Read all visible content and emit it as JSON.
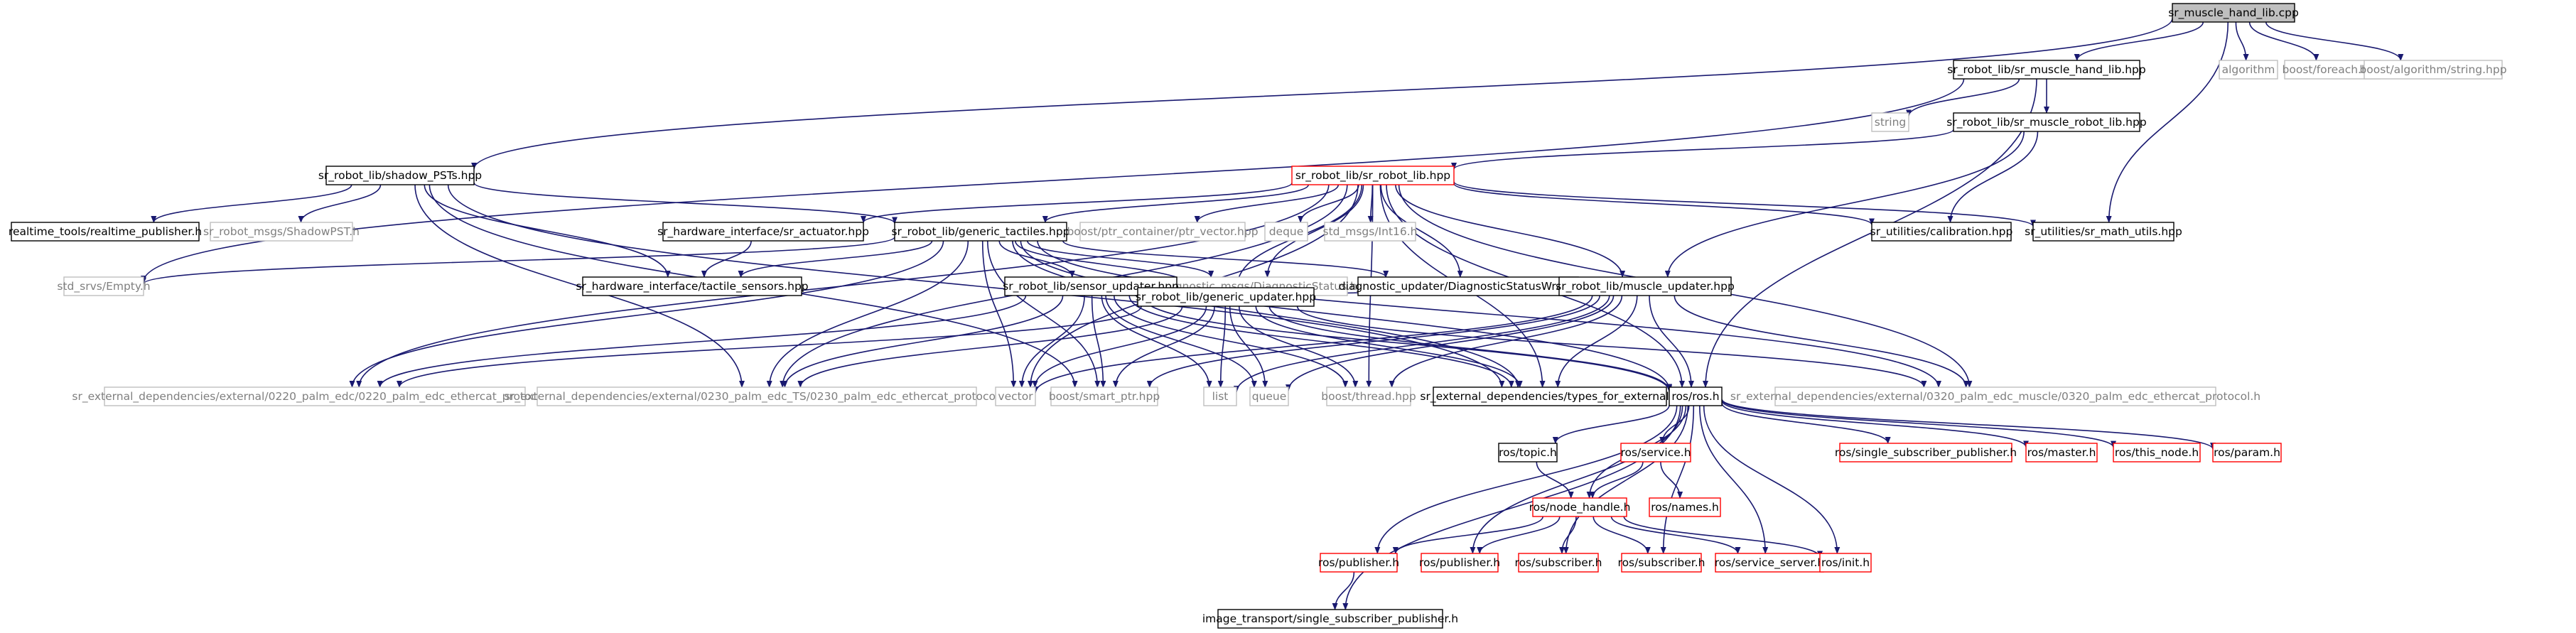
{
  "graph": {
    "nodes": {
      "root": {
        "label": "sr_muscle_hand_lib.cpp",
        "style": "root"
      },
      "hand_lib": {
        "label": "sr_robot_lib/sr_muscle_hand_lib.hpp",
        "style": "black"
      },
      "algorithm": {
        "label": "algorithm",
        "style": "gray"
      },
      "foreach": {
        "label": "boost/foreach.hpp",
        "style": "gray"
      },
      "strlib": {
        "label": "boost/algorithm/string.hpp",
        "style": "gray"
      },
      "string": {
        "label": "string",
        "style": "gray"
      },
      "muscle_robot_lib": {
        "label": "sr_robot_lib/sr_muscle_robot_lib.hpp",
        "style": "black"
      },
      "shadow_pst": {
        "label": "sr_robot_lib/shadow_PSTs.hpp",
        "style": "black"
      },
      "sr_robot_lib": {
        "label": "sr_robot_lib/sr_robot_lib.hpp",
        "style": "red"
      },
      "rt_pub": {
        "label": "realtime_tools/realtime_publisher.h",
        "style": "black"
      },
      "shadowpst_msg": {
        "label": "sr_robot_msgs/ShadowPST.h",
        "style": "gray"
      },
      "actuator": {
        "label": "sr_hardware_interface/sr_actuator.hpp",
        "style": "black"
      },
      "generic_tactiles": {
        "label": "sr_robot_lib/generic_tactiles.hpp",
        "style": "black"
      },
      "ptr_vector": {
        "label": "boost/ptr_container/ptr_vector.hpp",
        "style": "gray"
      },
      "deque": {
        "label": "deque",
        "style": "gray"
      },
      "int16": {
        "label": "std_msgs/Int16.h",
        "style": "gray"
      },
      "calibration": {
        "label": "sr_utilities/calibration.hpp",
        "style": "black"
      },
      "math_utils": {
        "label": "sr_utilities/sr_math_utils.hpp",
        "style": "black"
      },
      "empty": {
        "label": "std_srvs/Empty.h",
        "style": "gray"
      },
      "tactile_sensors": {
        "label": "sr_hardware_interface/tactile_sensors.hpp",
        "style": "black"
      },
      "diag_status": {
        "label": "diagnostic_msgs/DiagnosticStatus.h",
        "style": "gray"
      },
      "diag_wrapper": {
        "label": "diagnostic_updater/DiagnosticStatusWrapper.h",
        "style": "black"
      },
      "muscle_updater": {
        "label": "sr_robot_lib/muscle_updater.hpp",
        "style": "black"
      },
      "sensor_updater": {
        "label": "sr_robot_lib/sensor_updater.hpp",
        "style": "black"
      },
      "generic_updater": {
        "label": "sr_robot_lib/generic_updater.hpp",
        "style": "black"
      },
      "ext0220": {
        "label": "sr_external_dependencies/external/0220_palm_edc/0220_palm_edc_ethercat_protocol.h",
        "style": "gray"
      },
      "ext0230": {
        "label": "sr_external_dependencies/external/0230_palm_edc_TS/0230_palm_edc_ethercat_protocol.h",
        "style": "gray"
      },
      "vector": {
        "label": "vector",
        "style": "gray"
      },
      "smart_ptr": {
        "label": "boost/smart_ptr.hpp",
        "style": "gray"
      },
      "list": {
        "label": "list",
        "style": "gray"
      },
      "queue": {
        "label": "queue",
        "style": "gray"
      },
      "thread": {
        "label": "boost/thread.hpp",
        "style": "gray"
      },
      "types_ext": {
        "label": "sr_external_dependencies/types_for_external.h",
        "style": "black"
      },
      "ros": {
        "label": "ros/ros.h",
        "style": "black"
      },
      "ext0320": {
        "label": "sr_external_dependencies/external/0320_palm_edc_muscle/0320_palm_edc_ethercat_protocol.h",
        "style": "gray"
      },
      "ros_topic": {
        "label": "ros/topic.h",
        "style": "black"
      },
      "ros_service": {
        "label": "ros/service.h",
        "style": "red"
      },
      "single_sub_pub_ros": {
        "label": "ros/single_subscriber_publisher.h",
        "style": "red"
      },
      "ros_master": {
        "label": "ros/master.h",
        "style": "red"
      },
      "ros_this_node": {
        "label": "ros/this_node.h",
        "style": "red"
      },
      "ros_param": {
        "label": "ros/param.h",
        "style": "red"
      },
      "ros_names": {
        "label": "ros/names.h",
        "style": "red"
      },
      "node_handle": {
        "label": "ros/node_handle.h",
        "style": "red"
      },
      "publisher1": {
        "label": "ros/publisher.h",
        "style": "red"
      },
      "publisher2": {
        "label": "ros/publisher.h",
        "style": "red"
      },
      "subscriber1": {
        "label": "ros/subscriber.h",
        "style": "red"
      },
      "subscriber2": {
        "label": "ros/subscriber.h",
        "style": "red"
      },
      "service_server": {
        "label": "ros/service_server.h",
        "style": "red"
      },
      "ros_init": {
        "label": "ros/init.h",
        "style": "red"
      },
      "image_transport": {
        "label": "image_transport/single_subscriber_publisher.h",
        "style": "black"
      }
    },
    "edges": [
      [
        "root",
        "hand_lib"
      ],
      [
        "root",
        "algorithm"
      ],
      [
        "root",
        "foreach"
      ],
      [
        "root",
        "strlib"
      ],
      [
        "root",
        "shadow_pst"
      ],
      [
        "root",
        "math_utils"
      ],
      [
        "hand_lib",
        "string"
      ],
      [
        "hand_lib",
        "muscle_robot_lib"
      ],
      [
        "hand_lib",
        "empty"
      ],
      [
        "hand_lib",
        "ros"
      ],
      [
        "muscle_robot_lib",
        "sr_robot_lib"
      ],
      [
        "muscle_robot_lib",
        "calibration"
      ],
      [
        "muscle_robot_lib",
        "muscle_updater"
      ],
      [
        "shadow_pst",
        "rt_pub"
      ],
      [
        "shadow_pst",
        "shadowpst_msg"
      ],
      [
        "shadow_pst",
        "generic_tactiles"
      ],
      [
        "shadow_pst",
        "tactile_sensors"
      ],
      [
        "shadow_pst",
        "smart_ptr"
      ],
      [
        "shadow_pst",
        "types_ext"
      ],
      [
        "shadow_pst",
        "ext0230"
      ],
      [
        "sr_robot_lib",
        "actuator"
      ],
      [
        "sr_robot_lib",
        "generic_tactiles"
      ],
      [
        "sr_robot_lib",
        "ptr_vector"
      ],
      [
        "sr_robot_lib",
        "deque"
      ],
      [
        "sr_robot_lib",
        "int16"
      ],
      [
        "sr_robot_lib",
        "calibration"
      ],
      [
        "sr_robot_lib",
        "math_utils"
      ],
      [
        "sr_robot_lib",
        "diag_status"
      ],
      [
        "sr_robot_lib",
        "diag_wrapper"
      ],
      [
        "sr_robot_lib",
        "ext0220"
      ],
      [
        "sr_robot_lib",
        "ext0230"
      ],
      [
        "sr_robot_lib",
        "vector"
      ],
      [
        "sr_robot_lib",
        "ros"
      ],
      [
        "sr_robot_lib",
        "types_ext"
      ],
      [
        "sr_robot_lib",
        "ext0320"
      ],
      [
        "sr_robot_lib",
        "thread"
      ],
      [
        "sr_robot_lib",
        "generic_updater"
      ],
      [
        "sr_robot_lib",
        "muscle_updater"
      ],
      [
        "actuator",
        "tactile_sensors"
      ],
      [
        "generic_tactiles",
        "empty"
      ],
      [
        "generic_tactiles",
        "tactile_sensors"
      ],
      [
        "generic_tactiles",
        "sensor_updater"
      ],
      [
        "generic_tactiles",
        "generic_updater"
      ],
      [
        "generic_tactiles",
        "diag_wrapper"
      ],
      [
        "generic_tactiles",
        "ext0220"
      ],
      [
        "generic_tactiles",
        "ext0230"
      ],
      [
        "generic_tactiles",
        "vector"
      ],
      [
        "generic_tactiles",
        "smart_ptr"
      ],
      [
        "generic_tactiles",
        "ros"
      ],
      [
        "generic_tactiles",
        "types_ext"
      ],
      [
        "generic_tactiles",
        "ext0320"
      ],
      [
        "generic_tactiles",
        "diag_status"
      ],
      [
        "sensor_updater",
        "generic_updater"
      ],
      [
        "sensor_updater",
        "vector"
      ],
      [
        "sensor_updater",
        "list"
      ],
      [
        "sensor_updater",
        "smart_ptr"
      ],
      [
        "sensor_updater",
        "queue"
      ],
      [
        "sensor_updater",
        "thread"
      ],
      [
        "sensor_updater",
        "types_ext"
      ],
      [
        "sensor_updater",
        "ros"
      ],
      [
        "sensor_updater",
        "ext0220"
      ],
      [
        "sensor_updater",
        "ext0230"
      ],
      [
        "muscle_updater",
        "generic_updater"
      ],
      [
        "muscle_updater",
        "vector"
      ],
      [
        "muscle_updater",
        "list"
      ],
      [
        "muscle_updater",
        "smart_ptr"
      ],
      [
        "muscle_updater",
        "queue"
      ],
      [
        "muscle_updater",
        "thread"
      ],
      [
        "muscle_updater",
        "types_ext"
      ],
      [
        "muscle_updater",
        "ros"
      ],
      [
        "muscle_updater",
        "ext0320"
      ],
      [
        "generic_updater",
        "ext0220"
      ],
      [
        "generic_updater",
        "ext0230"
      ],
      [
        "generic_updater",
        "vector"
      ],
      [
        "generic_updater",
        "smart_ptr"
      ],
      [
        "generic_updater",
        "list"
      ],
      [
        "generic_updater",
        "queue"
      ],
      [
        "generic_updater",
        "thread"
      ],
      [
        "generic_updater",
        "types_ext"
      ],
      [
        "generic_updater",
        "ros"
      ],
      [
        "generic_updater",
        "ext0320"
      ],
      [
        "ros",
        "ros_topic"
      ],
      [
        "ros",
        "ros_service"
      ],
      [
        "ros",
        "single_sub_pub_ros"
      ],
      [
        "ros",
        "ros_master"
      ],
      [
        "ros",
        "ros_this_node"
      ],
      [
        "ros",
        "ros_param"
      ],
      [
        "ros",
        "node_handle"
      ],
      [
        "ros",
        "publisher1"
      ],
      [
        "ros",
        "publisher2"
      ],
      [
        "ros",
        "subscriber1"
      ],
      [
        "ros",
        "subscriber2"
      ],
      [
        "ros",
        "service_server"
      ],
      [
        "ros",
        "ros_init"
      ],
      [
        "ros",
        "image_transport"
      ],
      [
        "ros_topic",
        "node_handle"
      ],
      [
        "ros_service",
        "node_handle"
      ],
      [
        "ros_service",
        "ros_names"
      ],
      [
        "node_handle",
        "publisher1"
      ],
      [
        "node_handle",
        "publisher2"
      ],
      [
        "node_handle",
        "subscriber1"
      ],
      [
        "node_handle",
        "subscriber2"
      ],
      [
        "node_handle",
        "service_server"
      ],
      [
        "node_handle",
        "ros_init"
      ],
      [
        "publisher1",
        "image_transport"
      ]
    ],
    "colors": {
      "edge": "#191970",
      "black_border": "#000000",
      "gray_border": "#bfbfbf",
      "red_border": "#ff0000",
      "root_fill": "#bfbfbf",
      "node_fill": "#ffffff",
      "gray_text": "#7f7f7f",
      "text": "#000000"
    }
  }
}
